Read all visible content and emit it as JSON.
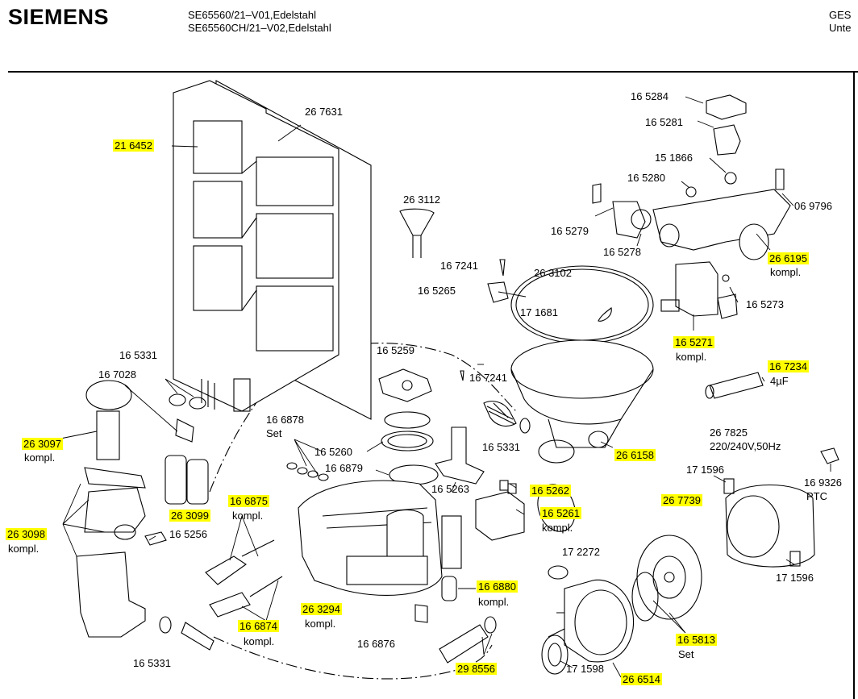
{
  "header": {
    "brand": "SIEMENS",
    "model_line_1": "SE65560/21–V01,Edelstahl",
    "model_line_2": "SE65560CH/21–V02,Edelstahl",
    "right_line_1": "GES",
    "right_line_2": "Unte"
  },
  "colors": {
    "highlight": "#ffff00",
    "line": "#000000"
  },
  "parts": {
    "p216452": "21 6452",
    "p267631": "26 7631",
    "p263112": "26 3112",
    "p165284": "16 5284",
    "p165281": "16 5281",
    "p151866": "15 1866",
    "p165280": "16 5280",
    "p069796": "06 9796",
    "p165279": "16 5279",
    "p165278": "16 5278",
    "p266195": "26 6195",
    "p266195_sub": "kompl.",
    "p167241a": "16 7241",
    "p165265": "16 5265",
    "p263102": "26 3102",
    "p171681": "17 1681",
    "p165273": "16 5273",
    "p165271": "16 5271",
    "p165271_sub": "kompl.",
    "p167234": "16 7234",
    "p167234_sub": "4µF",
    "p165331a": "16 5331",
    "p167028": "16 7028",
    "p165259": "16 5259",
    "p167241b": "16 7241",
    "p166878": "16 6878",
    "p166878_sub": "Set",
    "p263097": "26 3097",
    "p263097_sub": "kompl.",
    "p165260": "16 5260",
    "p166879": "16 6879",
    "p165331b": "16 5331",
    "p266158": "26 6158",
    "p267825": "26 7825",
    "p267825_sub": "220/240V,50Hz",
    "p171596a": "17 1596",
    "p169326": "16 9326",
    "p169326_sub": "PTC",
    "p165263": "16 5263",
    "p165262": "16 5262",
    "p166875": "16 6875",
    "p166875_sub": "kompl.",
    "p263099": "26 3099",
    "p165261": "16 5261",
    "p165261_sub": "kompl.",
    "p267739": "26 7739",
    "p263098": "26 3098",
    "p263098_sub": "kompl.",
    "p165256": "16 5256",
    "p172272": "17 2272",
    "p171596b": "17 1596",
    "p166880": "16 6880",
    "p166880_sub": "kompl.",
    "p263294": "26 3294",
    "p263294_sub": "kompl.",
    "p166874": "16 6874",
    "p166874_sub": "kompl.",
    "p165813": "16 5813",
    "p165813_sub": "Set",
    "p166876": "16 6876",
    "p165331c": "16 5331",
    "p298556": "29 8556",
    "p171598": "17 1598",
    "p266514": "26 6514"
  }
}
